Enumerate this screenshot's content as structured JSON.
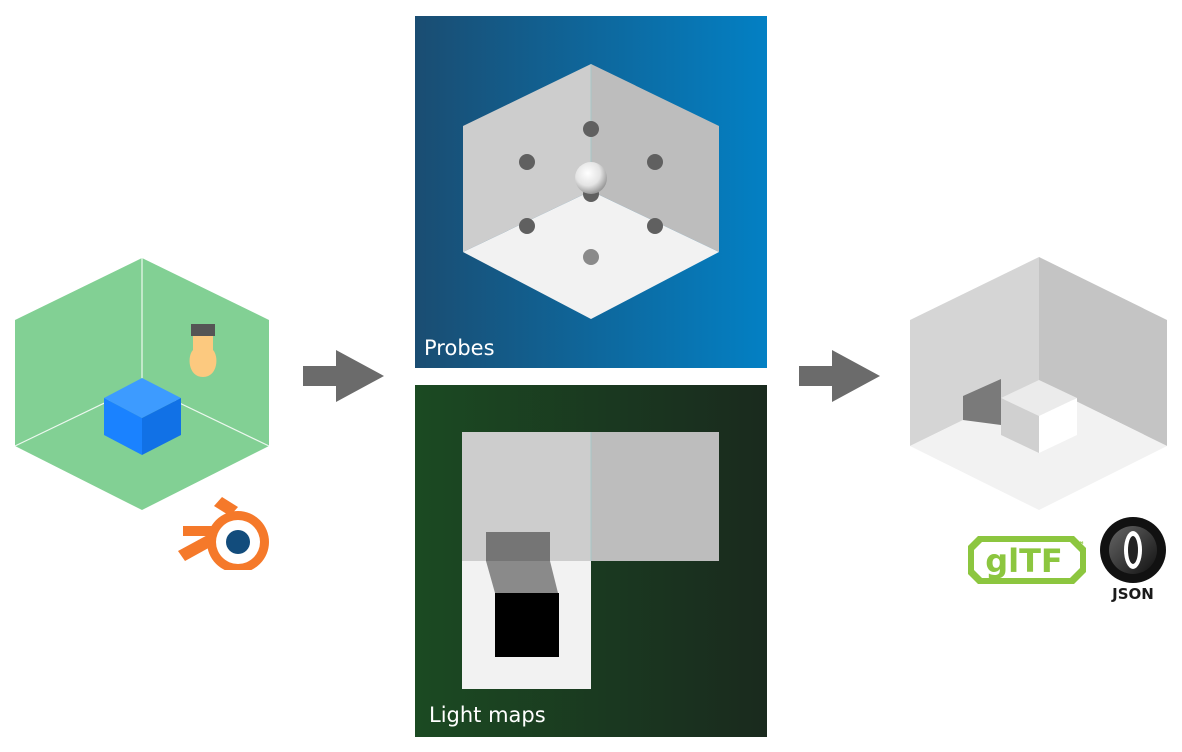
{
  "panels": {
    "probes_label": "Probes",
    "lightmaps_label": "Light maps"
  },
  "logos": {
    "gltf_text": "glTF",
    "gltf_tm": "™",
    "json_text": "JSON"
  },
  "icons": {
    "source": "blender-logo-icon",
    "lamp": "light-bulb-icon",
    "arrow": "arrow-right-icon"
  },
  "colors": {
    "source_hex": "#82d094",
    "source_cube": "#1a82ff",
    "probes_bg_left": "#1a4d72",
    "probes_bg_right": "#0380c4",
    "lightmaps_bg_left": "#1b4a22",
    "lightmaps_bg_right": "#1a2a1e",
    "blender_orange": "#f5792a",
    "blender_blue": "#124c7c",
    "gltf_green": "#8cc63f",
    "arrow_gray": "#6b6b6b"
  }
}
